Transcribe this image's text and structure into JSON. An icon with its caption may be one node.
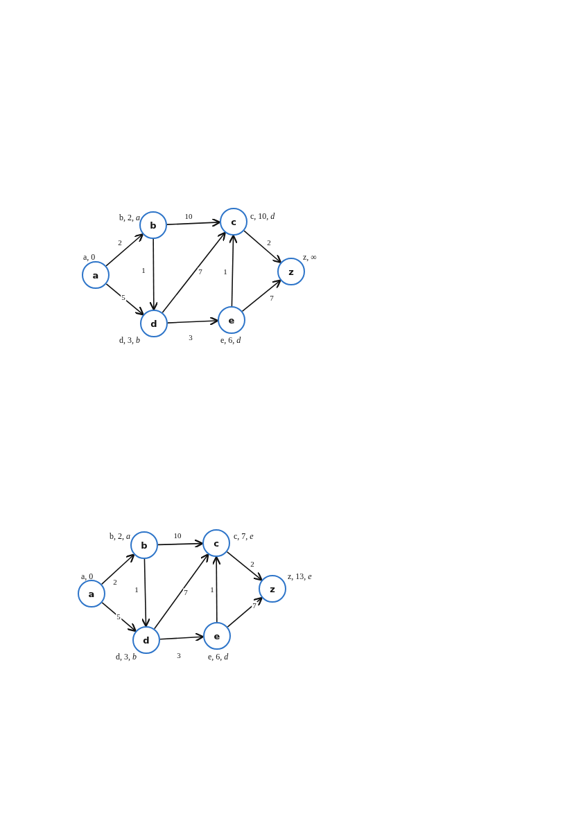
{
  "diagram": {
    "nodes": [
      {
        "text": [
          "a"
        ],
        "beside": [
          "a, 0"
        ]
      },
      {
        "text": [
          "b"
        ],
        "beside": [
          "b, 2, *a*"
        ]
      },
      {
        "text": [
          "c"
        ],
        "beside": [
          "c, 10, *d*"
        ]
      },
      {
        "text": [
          "d"
        ],
        "beside": [
          "d, 3, *b*"
        ]
      },
      {
        "text": [
          "e"
        ],
        "beside": [
          "e, 6, *d*"
        ]
      },
      {
        "text": [
          "z"
        ],
        "beside": [
          "z, ∞"
        ]
      },
      {
        "text": [
          "a"
        ],
        "beside": [
          "a, 0"
        ]
      },
      {
        "text": [
          "b"
        ],
        "beside": [
          "b, 2, *a*"
        ]
      },
      {
        "text": [
          "c"
        ],
        "beside": [
          "c, 7, *e*"
        ]
      },
      {
        "text": [
          "d"
        ],
        "beside": [
          "d, 3, *b*"
        ]
      },
      {
        "text": [
          "e"
        ],
        "beside": [
          "e, 6, *d*"
        ]
      },
      {
        "text": [
          "z"
        ],
        "beside": [
          "z, 13, *e*"
        ]
      }
    ],
    "edges": [
      {
        "from": 0,
        "to": 1,
        "arrow": "to",
        "label": "2"
      },
      {
        "from": 0,
        "to": 3,
        "arrow": "to",
        "label": "5"
      },
      {
        "from": 1,
        "to": 2,
        "arrow": "to",
        "label": "10"
      },
      {
        "from": 1,
        "to": 3,
        "arrow": "to",
        "label": "1"
      },
      {
        "from": 3,
        "to": 2,
        "arrow": "to",
        "label": "7"
      },
      {
        "from": 3,
        "to": 4,
        "arrow": "to",
        "label": "3"
      },
      {
        "from": 4,
        "to": 2,
        "arrow": "to",
        "label": "1"
      },
      {
        "from": 2,
        "to": 5,
        "arrow": "to",
        "label": "2"
      },
      {
        "from": 4,
        "to": 5,
        "arrow": "to",
        "label": "7"
      },
      {
        "from": 6,
        "to": 7,
        "arrow": "to",
        "label": "2"
      },
      {
        "from": 6,
        "to": 9,
        "arrow": "to",
        "label": "5"
      },
      {
        "from": 7,
        "to": 8,
        "arrow": "to",
        "label": "10"
      },
      {
        "from": 7,
        "to": 9,
        "arrow": "to",
        "label": "1"
      },
      {
        "from": 9,
        "to": 8,
        "arrow": "to",
        "label": "7"
      },
      {
        "from": 9,
        "to": 10,
        "arrow": "to",
        "label": "3"
      },
      {
        "from": 10,
        "to": 8,
        "arrow": "to",
        "label": "1"
      },
      {
        "from": 8,
        "to": 11,
        "arrow": "to",
        "label": "2"
      },
      {
        "from": 10,
        "to": 11,
        "arrow": "to",
        "label": "7"
      }
    ]
  }
}
